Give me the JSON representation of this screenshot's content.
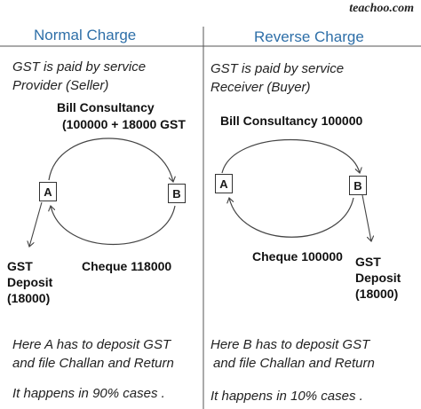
{
  "brand": "teachoo.com",
  "left": {
    "heading": "Normal Charge",
    "intro_l1": "GST is paid by service",
    "intro_l2": "Provider (Seller)",
    "bill_l1": "Bill Consultancy",
    "bill_l2": "(100000 + 18000 GST",
    "node_a": "A",
    "node_b": "B",
    "cheque": "Cheque 118000",
    "deposit_l1": "GST",
    "deposit_l2": "Deposit",
    "deposit_l3": "(18000)",
    "note_l1": "Here A has to deposit GST",
    "note_l2": "and file Challan and Return",
    "cases": "It happens in 90% cases ."
  },
  "right": {
    "heading": "Reverse Charge",
    "intro_l1": "GST is paid by service",
    "intro_l2": "Receiver  (Buyer)",
    "bill_l1": "Bill Consultancy 100000",
    "node_a": "A",
    "node_b": "B",
    "cheque": "Cheque 100000",
    "deposit_l1": "GST",
    "deposit_l2": "Deposit",
    "deposit_l3": "(18000)",
    "note_l1": "Here B has to deposit GST",
    "note_l2": "and file Challan and Return",
    "cases": "It happens in 10% cases ."
  }
}
